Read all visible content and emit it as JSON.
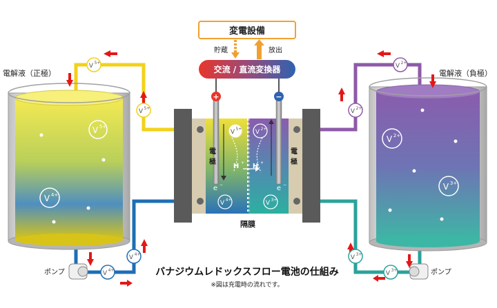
{
  "equipment_box": {
    "label": "変電設備"
  },
  "flow_labels": {
    "store": "貯蔵",
    "discharge": "放出"
  },
  "converter": {
    "label": "交流 / 直流変換器",
    "plus": "+",
    "minus": "−"
  },
  "electrolyte": {
    "positive": "電解液（正極）",
    "negative": "電解液（負極）"
  },
  "ions": {
    "v5": {
      "base": "V",
      "sup": "5+"
    },
    "v4": {
      "base": "V",
      "sup": "4+"
    },
    "v2": {
      "base": "V",
      "sup": "2+"
    },
    "v3": {
      "base": "V",
      "sup": "3+"
    },
    "h": {
      "base": "H",
      "sup": "+"
    },
    "e": {
      "base": "e",
      "sup": "−"
    }
  },
  "cell": {
    "electrode_left": [
      "電",
      "極"
    ],
    "electrode_right": [
      "電",
      "極"
    ],
    "membrane": "隔膜"
  },
  "pump_label": "ポンプ",
  "title": "バナジウムレドックスフロー電池の仕組み",
  "note": "※図は充電時の流れです。",
  "colors": {
    "positive_pipe": "#f2d21a",
    "positive_pipe_low": "#1e6fb5",
    "negative_pipe": "#8e5aa8",
    "negative_pipe_low": "#2aa39a",
    "converter_left": "#e8362b",
    "converter_right": "#2f62b0",
    "arrow_red": "#e21818",
    "equipment_border": "#f0a030",
    "electrode_plate": "#5a5a5a",
    "electrode_beige": "#d8ccb0"
  }
}
